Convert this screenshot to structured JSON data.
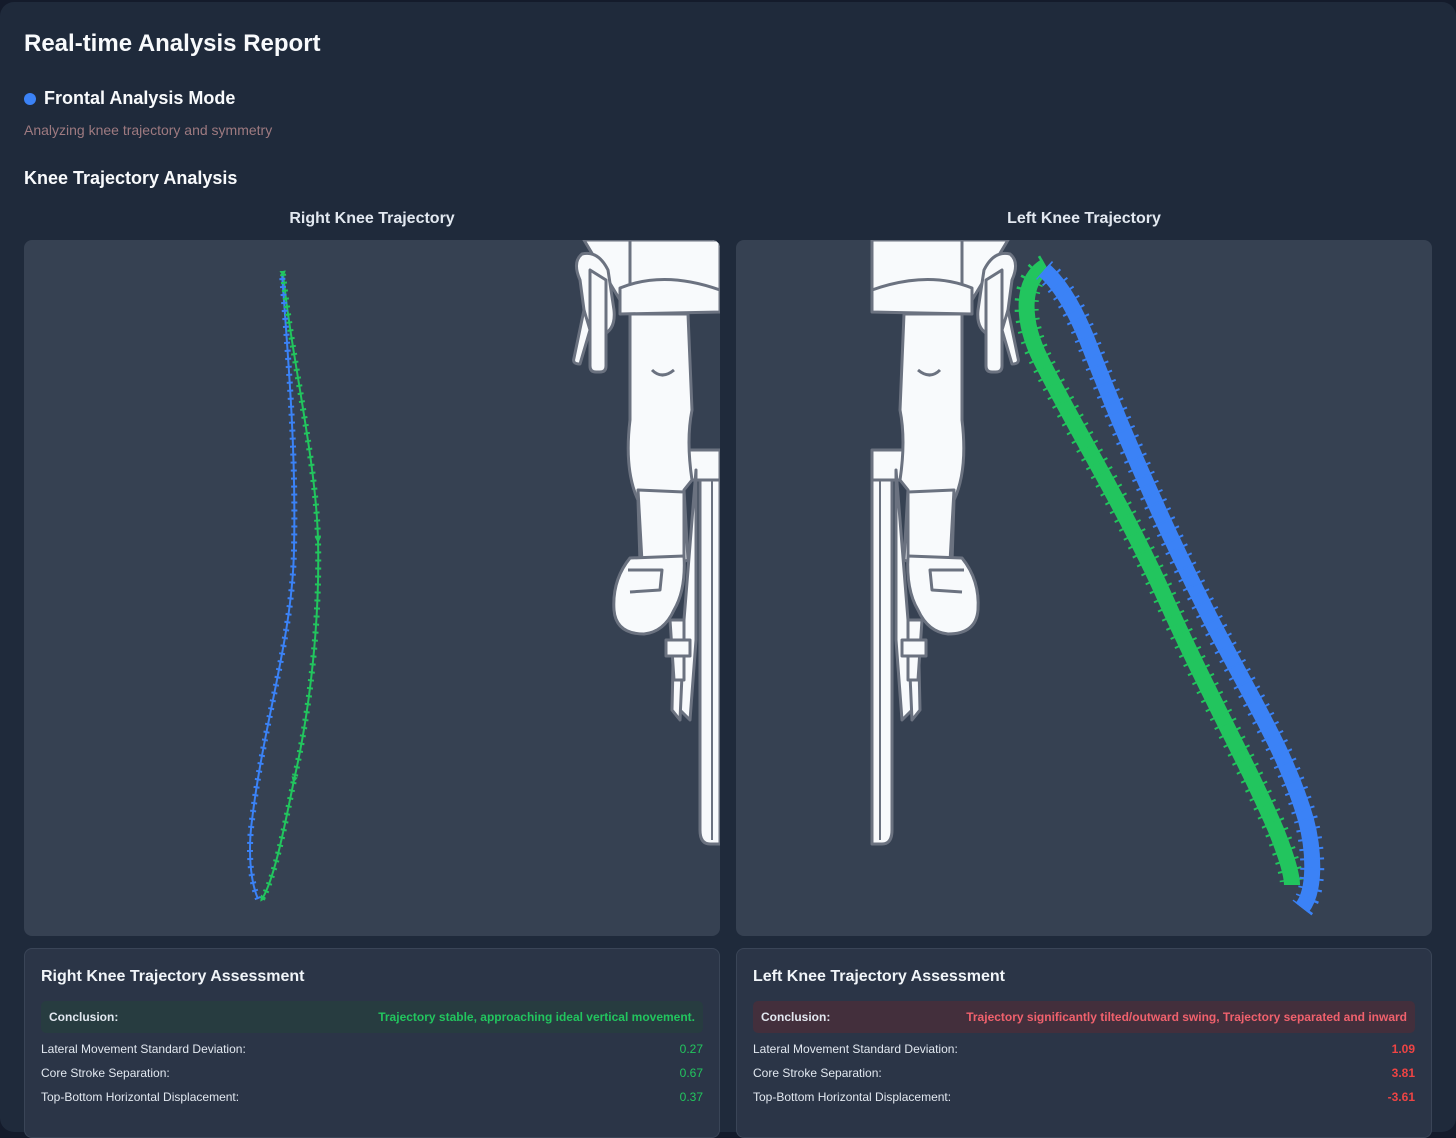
{
  "header": {
    "title": "Real-time Analysis Report",
    "mode_label": "Frontal Analysis Mode",
    "mode_indicator_color": "#3b82f6",
    "subtitle": "Analyzing knee trajectory and symmetry"
  },
  "section": {
    "title": "Knee Trajectory Analysis"
  },
  "colors": {
    "downstroke": "#22c55e",
    "upstroke": "#3b82f6",
    "good": "#22c55e",
    "bad": "#ef4444"
  },
  "panels": [
    {
      "label": "Right Knee Trajectory",
      "illustration": "cyclist-frontal-view-left-half",
      "downstroke_icon": "triangle-down-marker",
      "upstroke_icon": "triangle-up-marker"
    },
    {
      "label": "Left Knee Trajectory",
      "illustration": "cyclist-frontal-view-right-half",
      "downstroke_icon": "triangle-down-marker",
      "upstroke_icon": "triangle-up-marker"
    }
  ],
  "assessments": [
    {
      "title": "Right Knee Trajectory Assessment",
      "conclusion_label": "Conclusion:",
      "conclusion": "Trajectory stable, approaching ideal vertical movement.",
      "status": "good",
      "metrics": [
        {
          "label": "Lateral Movement Standard Deviation:",
          "value": "0.27"
        },
        {
          "label": "Core Stroke Separation:",
          "value": "0.67"
        },
        {
          "label": "Top-Bottom Horizontal Displacement:",
          "value": "0.37"
        }
      ]
    },
    {
      "title": "Left Knee Trajectory Assessment",
      "conclusion_label": "Conclusion:",
      "conclusion": "Trajectory significantly tilted/outward swing, Trajectory separated and inward",
      "status": "bad",
      "metrics": [
        {
          "label": "Lateral Movement Standard Deviation:",
          "value": "1.09"
        },
        {
          "label": "Core Stroke Separation:",
          "value": "3.81"
        },
        {
          "label": "Top-Bottom Horizontal Displacement:",
          "value": "-3.61"
        }
      ]
    }
  ]
}
